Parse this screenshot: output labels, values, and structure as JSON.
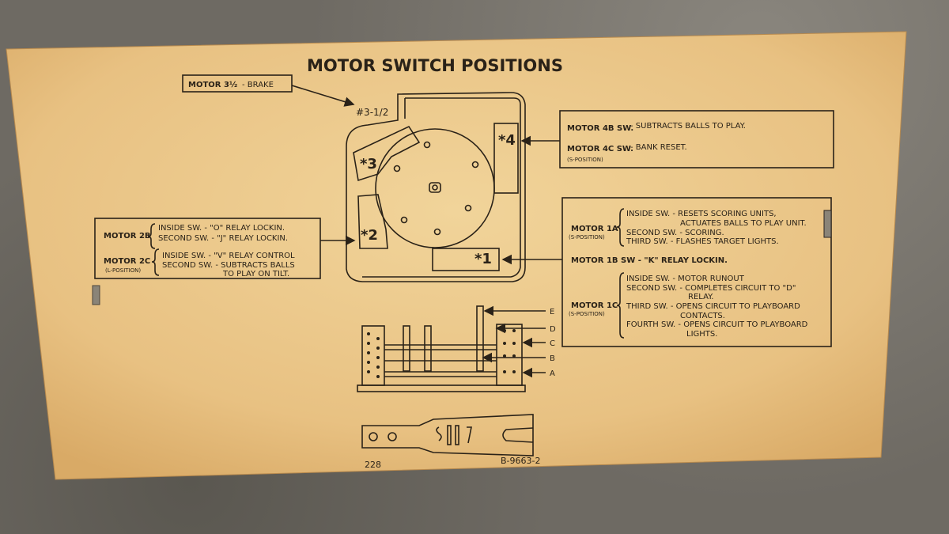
{
  "title": "MOTOR SWITCH POSITIONS",
  "brake_box": {
    "motor": "MOTOR 3½",
    "desc": "- BRAKE"
  },
  "pos_3_half": "#3-1/2",
  "positions": {
    "p1": "*1",
    "p2": "*2",
    "p3": "*3",
    "p4": "*4"
  },
  "box_4": {
    "motor_4b": "MOTOR 4B SW.",
    "desc_4b": "- SUBTRACTS BALLS TO PLAY.",
    "motor_4c": "MOTOR 4C SW.",
    "desc_4c": "- BANK RESET.",
    "pos": "(S-POSITION)"
  },
  "box_2": {
    "motor_2b": "MOTOR 2B",
    "line_2b_1": "INSIDE SW. - \"O\" RELAY LOCKIN.",
    "line_2b_2": "SECOND SW. - \"J\" RELAY LOCKIN.",
    "motor_2c": "MOTOR 2C",
    "pos_2c": "(L-POSITION)",
    "line_2c_1": "INSIDE SW. - \"V\" RELAY CONTROL",
    "line_2c_2": "SECOND SW. - SUBTRACTS BALLS",
    "line_2c_3": "TO PLAY ON TILT."
  },
  "box_1": {
    "motor_1a": "MOTOR 1A",
    "pos_1a": "(S-POSITION)",
    "line_1a_1": "INSIDE SW. - RESETS SCORING UNITS,",
    "line_1a_2": "ACTUATES BALLS TO PLAY UNIT.",
    "line_1a_3": "SECOND SW. - SCORING.",
    "line_1a_4": "THIRD SW. - FLASHES TARGET LIGHTS.",
    "motor_1b": "MOTOR 1B SW - \"K\" RELAY LOCKIN.",
    "motor_1c": "MOTOR 1C",
    "pos_1c": "(S-POSITION)",
    "line_1c_1": "INSIDE SW. - MOTOR RUNOUT",
    "line_1c_2": "SECOND SW. - COMPLETES CIRCUIT TO \"D\"",
    "line_1c_3": "RELAY.",
    "line_1c_4": "THIRD SW. - OPENS CIRCUIT TO PLAYBOARD",
    "line_1c_5": "CONTACTS.",
    "line_1c_6": "FOURTH SW. - OPENS CIRCUIT TO PLAYBOARD",
    "line_1c_7": "LIGHTS."
  },
  "stack_letters": {
    "e": "E",
    "d": "D",
    "c": "C",
    "b": "B",
    "a": "A"
  },
  "footer": {
    "left": "228",
    "right": "B-9663-2"
  },
  "colors": {
    "card": "#ecc98a",
    "ink": "#2a2218",
    "background": "#6e6a63"
  }
}
